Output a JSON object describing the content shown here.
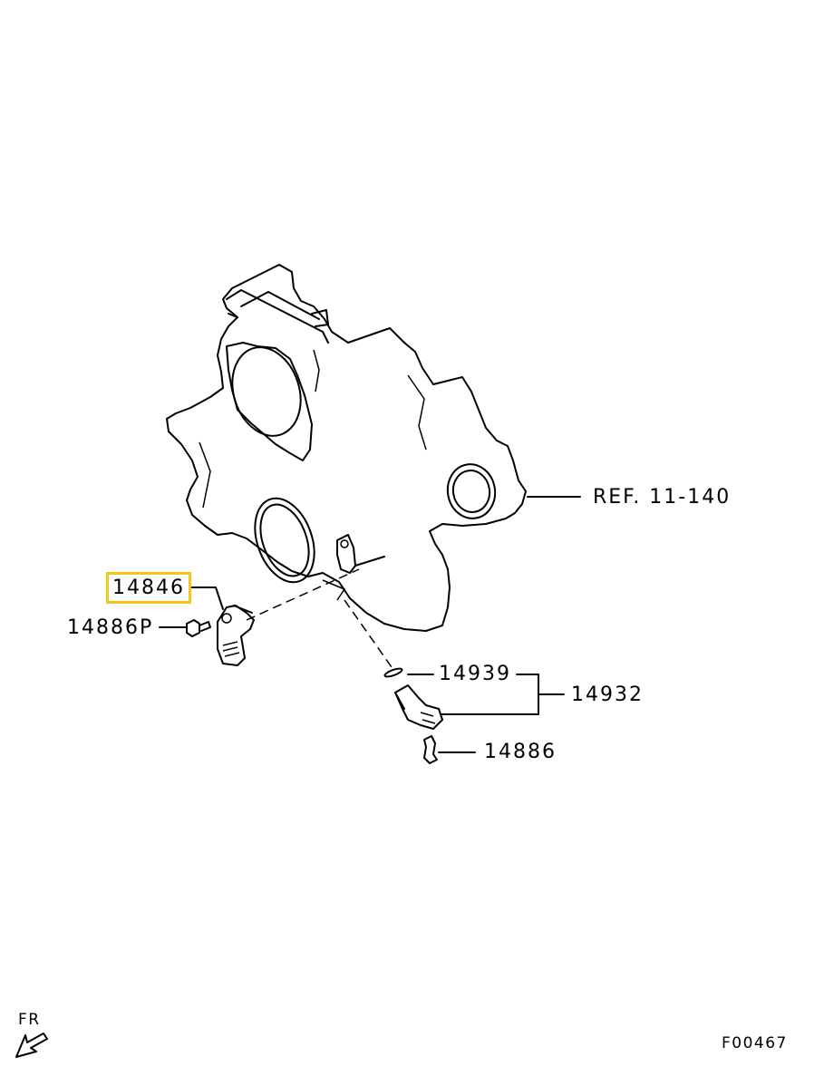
{
  "callouts": {
    "highlighted_part": "14846",
    "bolt_left": "14886P",
    "ref": "REF. 11-140",
    "oring": "14939",
    "assembly": "14932",
    "bolt_right": "14886"
  },
  "footer": {
    "direction": "FR",
    "figure_code": "F00467"
  },
  "colors": {
    "highlight": "#f5c518",
    "line": "#000000"
  }
}
